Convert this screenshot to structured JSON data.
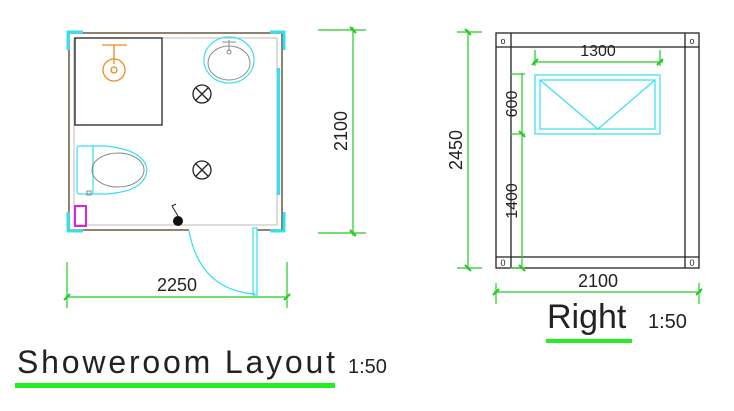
{
  "plan": {
    "title": "Showeroom Layout",
    "scale": "1:50",
    "width_dim": "2250",
    "depth_dim": "2100"
  },
  "elevation": {
    "title": "Right",
    "scale": "1:50",
    "height_dim": "2450",
    "width_dim": "2100",
    "window_width_dim": "1300",
    "window_height_dim": "600",
    "sill_height_dim": "1400",
    "corner_marks": [
      "o",
      "o",
      "0",
      "0"
    ]
  },
  "colors": {
    "dimension": "#22cc22",
    "fixture": "#33e0f0",
    "shower_head": "#f08a1c",
    "accent": "#e020e0",
    "underline": "#22ee22"
  }
}
